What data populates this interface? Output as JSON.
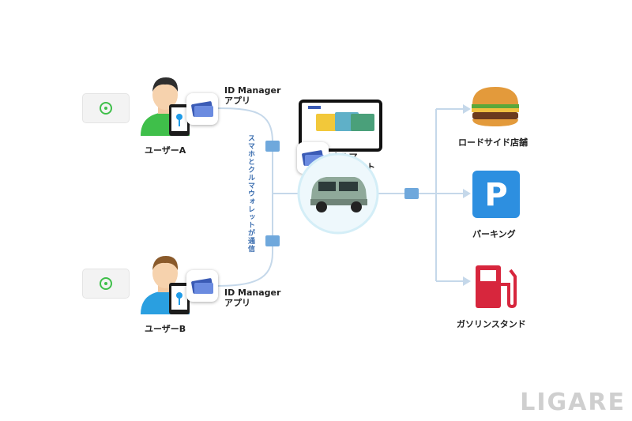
{
  "users": [
    {
      "name": "ユーザーA",
      "app": [
        "ID Manager",
        "アプリ"
      ]
    },
    {
      "name": "ユーザーB",
      "app": [
        "ID Manager",
        "アプリ"
      ]
    }
  ],
  "comm_label": "スマホとクルマウォレットが通信",
  "wallet": [
    "クルマ",
    "ウォレット"
  ],
  "services": [
    "ロードサイド店舗",
    "パーキング",
    "ガソリンスタンド"
  ],
  "logo": "LIGARE",
  "colors": {
    "line": "#bcd2e8",
    "badge": "#6fa8dc",
    "parking": "#2d8fe0",
    "gas": "#d7263d",
    "user_shirt": "#3fbf4a",
    "key": "#1e9be8"
  }
}
